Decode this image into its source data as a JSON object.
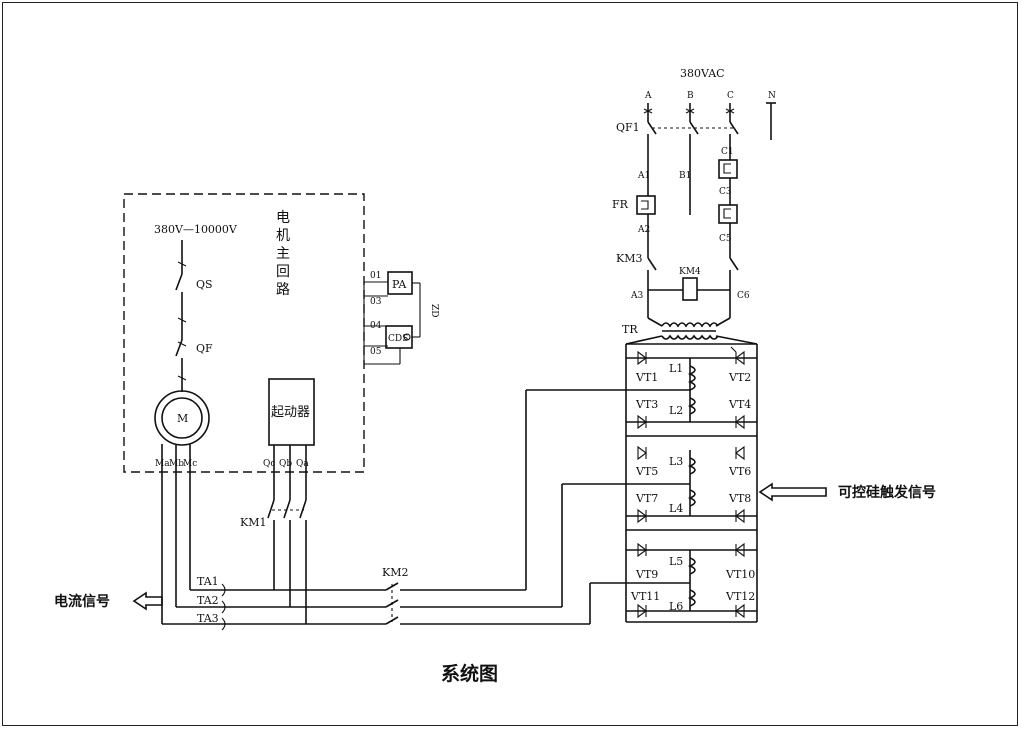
{
  "caption": "系统图",
  "supply": {
    "voltage": "380VAC",
    "phases": [
      "A",
      "B",
      "C",
      "N"
    ],
    "breaker": "QF1",
    "fr": "FR",
    "terminals": [
      "A1",
      "B1",
      "C1",
      "C3",
      "A2",
      "C5",
      "A3",
      "C6"
    ],
    "contactor": "KM3",
    "relay": "KM4",
    "transformer": "TR"
  },
  "motor_circuit": {
    "voltage_range": "380V—10000V",
    "title_chars": [
      "电",
      "机",
      "主",
      "回",
      "路"
    ],
    "switch": "QS",
    "breaker": "QF",
    "motor": "M",
    "motor_terminals": [
      "Ma",
      "Mb",
      "Mc"
    ],
    "starter": "起动器",
    "starter_terminals": [
      "Qc",
      "Qb",
      "Qa"
    ],
    "contactor": "KM1",
    "meter": {
      "pa": "PA",
      "cds": "CDS",
      "side": "ZD",
      "pins": [
        "01",
        "03",
        "04",
        "05"
      ]
    }
  },
  "current_transformers": [
    "TA1",
    "TA2",
    "TA3"
  ],
  "bypass_contactor": "KM2",
  "thyristors": [
    "VT1",
    "VT2",
    "VT3",
    "VT4",
    "VT5",
    "VT6",
    "VT7",
    "VT8",
    "VT9",
    "VT10",
    "VT11",
    "VT12"
  ],
  "inductors": [
    "L1",
    "L2",
    "L3",
    "L4",
    "L5",
    "L6"
  ],
  "signals": {
    "current": "电流信号",
    "trigger": "可控硅触发信号"
  }
}
